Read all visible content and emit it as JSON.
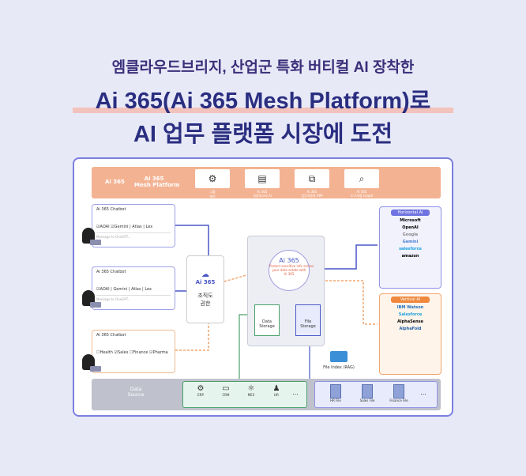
{
  "headline": {
    "line1": "엠클라우드브리지, 산업군 특화 버티컬 AI 장착한",
    "line2": "Ai 365(Ai 365 Mesh Platform)로",
    "line3": "AI 업무 플랫폼 시장에 도전"
  },
  "topbar": {
    "logo": "Ai 365",
    "title": "Ai 365\nMesh Platform",
    "tiles": [
      {
        "icon": "org-network-icon",
        "label": "그룹\n레이"
      },
      {
        "icon": "report-chart-icon",
        "label": "Ai 365\n경영보고서 AI"
      },
      {
        "icon": "rpa-icon",
        "label": "Ai 365\n업무자동화 RPA"
      },
      {
        "icon": "search-graph-icon",
        "label": "Ai 365\n도구지형 Graph"
      }
    ]
  },
  "chatbots": [
    {
      "title": "Ai 365 Chatbot",
      "options": [
        "AOAI",
        "Gemini",
        "Atlas",
        "Lex"
      ],
      "placeholder": "Message to OneGPT..."
    },
    {
      "title": "Ai 365 Chatbot",
      "options": [
        "AOAI",
        "Gemini",
        "Atlas",
        "Lex"
      ],
      "placeholder": "Message to OneGPT..."
    },
    {
      "title": "Ai 365 Chatbot",
      "options": [
        "Health",
        "Sales",
        "Finance",
        "Pharma"
      ],
      "placeholder": ""
    }
  ],
  "org": {
    "logo": "Ai 365",
    "label": "조직도\n권한"
  },
  "core": {
    "logo": "Ai 365",
    "note": "Protect sensitive info across\nyour data estate with\nAi 365",
    "data_storage": "Data\nStorage",
    "file_storage": "File\nStorage",
    "file_index": "File Index (RAG)"
  },
  "horizontal": {
    "title": "Horizontal AI",
    "providers": [
      "Microsoft",
      "OpenAI",
      "Google",
      "Gemini",
      "salesforce",
      "amazon"
    ]
  },
  "vertical": {
    "title": "Vertical AI",
    "providers": [
      "IBM Watson",
      "Salesforce",
      "AlphaSense",
      "AlphaFold"
    ]
  },
  "datasource": {
    "label": "Data\nSource",
    "systems": [
      "ERP",
      "CRM",
      "MES",
      "HR",
      "..."
    ],
    "files": [
      "HR File",
      "Sales File",
      "Finance File",
      "..."
    ]
  },
  "colors": {
    "accent": "#2a2e80",
    "topbar": "#f3b393",
    "horizontal": "#6f74e0",
    "vertical": "#f0883e",
    "storage_green": "#4aa06a"
  }
}
